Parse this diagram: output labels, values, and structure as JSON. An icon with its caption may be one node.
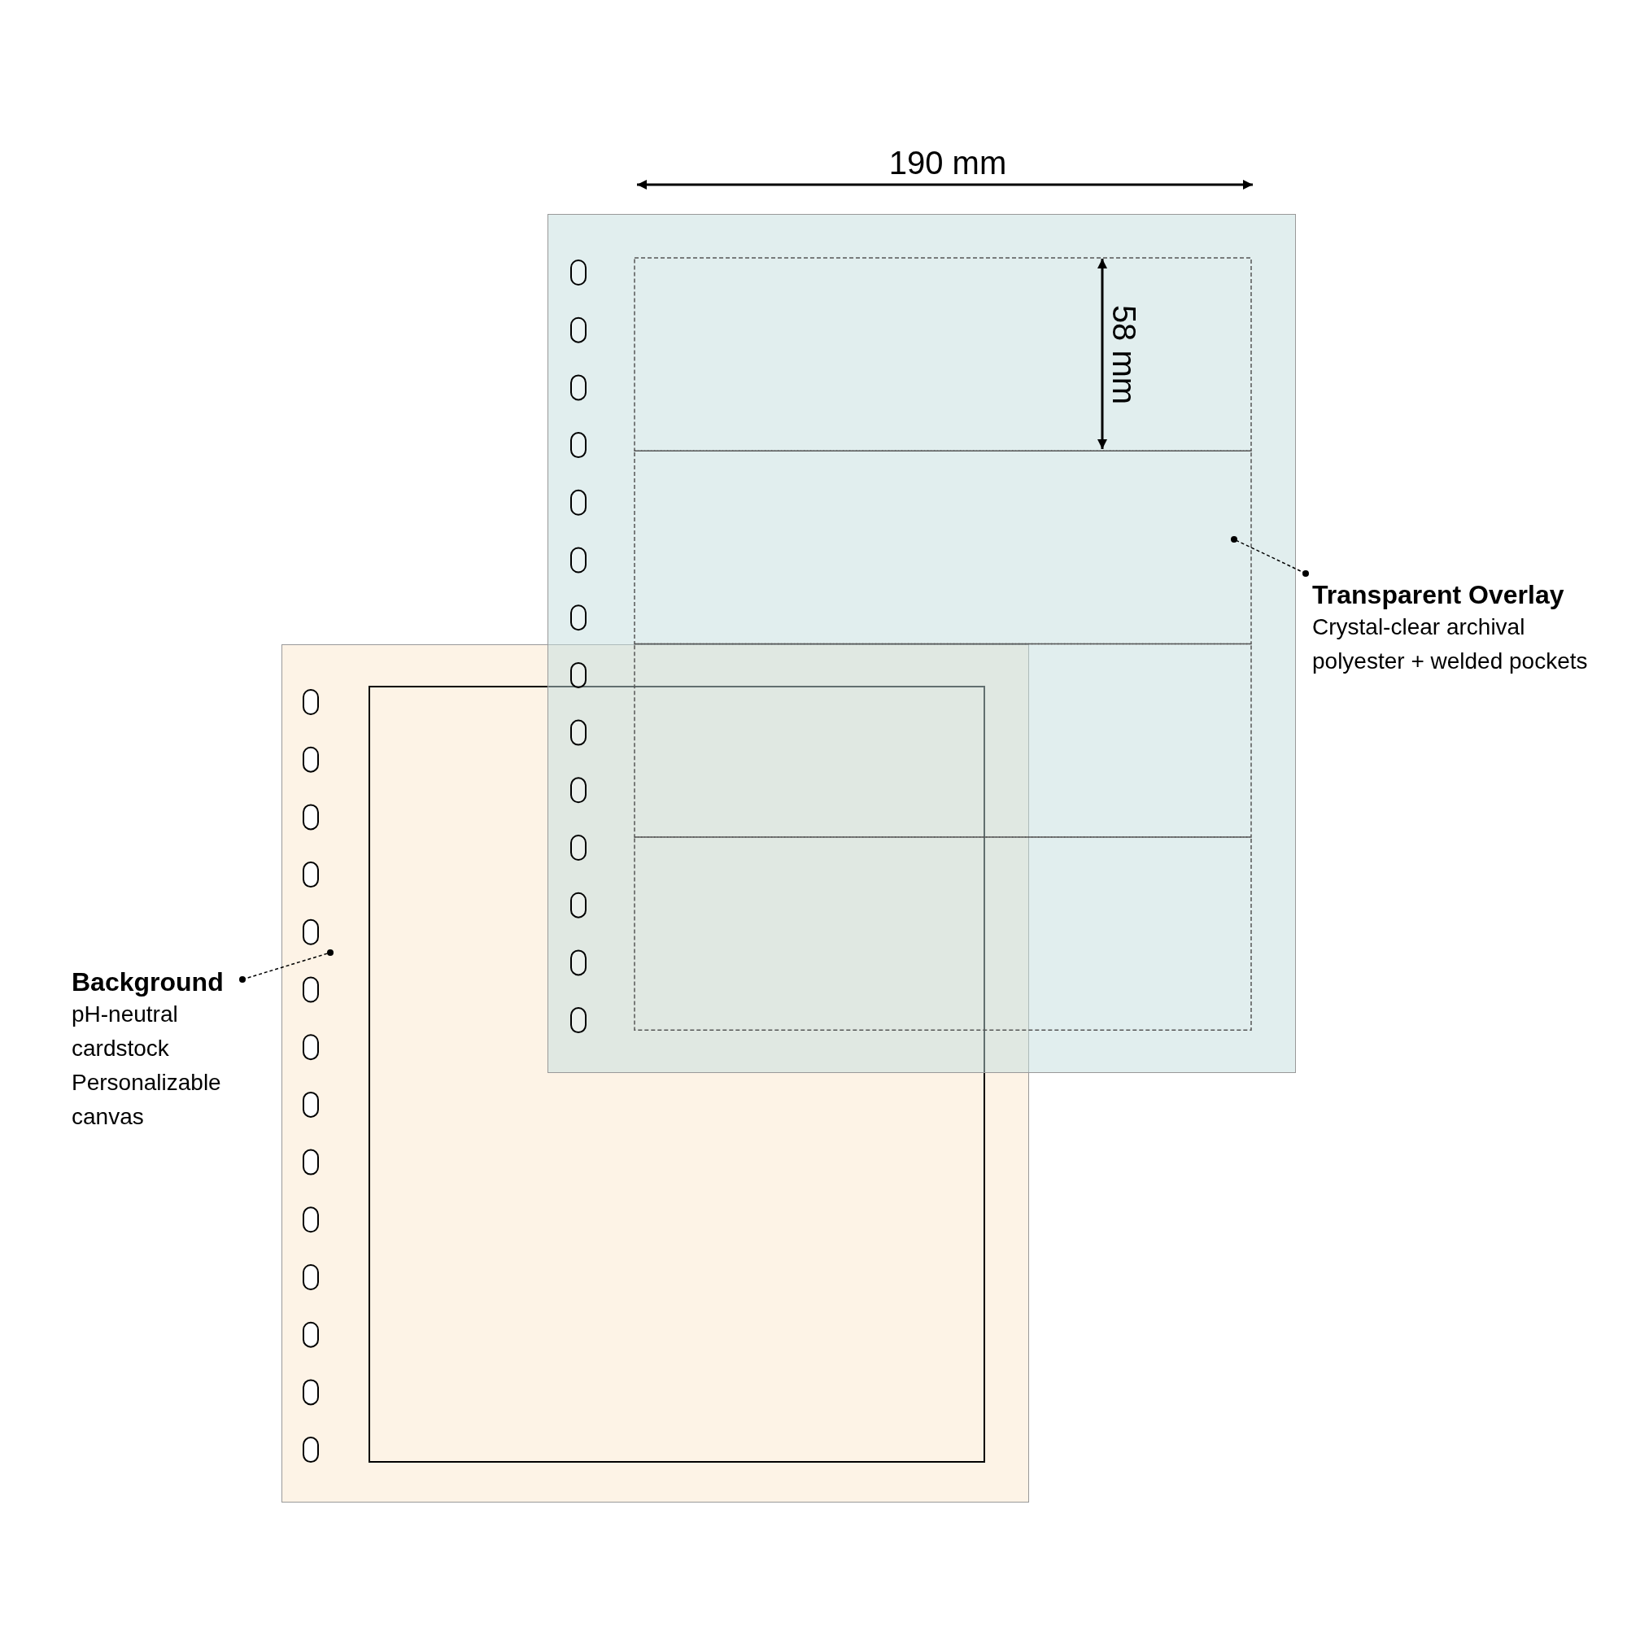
{
  "diagram": {
    "nodes": [
      {
        "text": [],
        "shape": "box"
      },
      {
        "text": [],
        "shape": "box"
      },
      {
        "text": [
          "Transparent Overlay",
          "Crystal-clear archival polyester + welded pockets"
        ]
      },
      {
        "text": [
          "Background",
          "pH-neutral cardstock Personalizable canvas"
        ]
      }
    ],
    "edges": [
      {
        "from": 2,
        "to": 1,
        "arrow": "other",
        "style": "dashed"
      },
      {
        "from": 3,
        "to": 0,
        "arrow": "other",
        "style": "dashed"
      }
    ],
    "labels": [
      "190 mm",
      "58 mm"
    ]
  }
}
